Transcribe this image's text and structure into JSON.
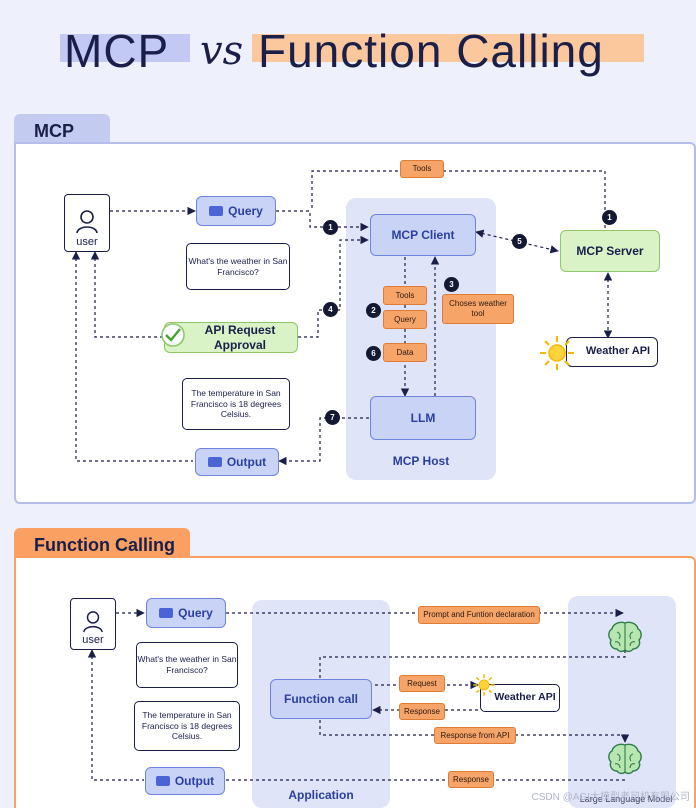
{
  "title": {
    "left": "MCP",
    "vs": "vs",
    "right": "Function Calling"
  },
  "colors": {
    "navy": "#1a1f4a",
    "blue_fill": "#c9d3f6",
    "blue_border": "#6e85e0",
    "green_fill": "#d9f2c6",
    "orange": "#f7a468",
    "panel_bg": "#ffffff",
    "host_bg": "#dfe4f9"
  },
  "mcp": {
    "section_label": "MCP",
    "user_label": "user",
    "query_label": "Query",
    "query_bubble": "What's the weather in San Francisco?",
    "approval_label": "API Request Approval",
    "output_bubble": "The temperature in San Francisco is 18 degrees Celsius.",
    "output_label": "Output",
    "client_label": "MCP Client",
    "llm_label": "LLM",
    "host_label": "MCP Host",
    "server_label": "MCP Server",
    "weather_api_label": "Weather API",
    "tag_tools_top": "Tools",
    "tag_tools": "Tools",
    "tag_query": "Query",
    "tag_data": "Data",
    "tag_choses": "Choses weather tool",
    "steps": [
      "1",
      "1",
      "2",
      "3",
      "4",
      "5",
      "6",
      "7"
    ]
  },
  "fc": {
    "section_label": "Function Calling",
    "user_label": "user",
    "query_label": "Query",
    "query_bubble": "What's the weather in San Francisco?",
    "output_bubble": "The temperature in San Francisco is 18 degrees Celsius.",
    "output_label": "Output",
    "function_call_label": "Function call",
    "weather_api_label": "Weather API",
    "application_label": "Application",
    "llm_caption": "Large Language Model",
    "tag_prompt": "Prompt and Funtion declaration",
    "tag_request": "Request",
    "tag_response": "Response",
    "tag_response_api": "Response from API",
    "tag_response_final": "Response"
  },
  "watermark": "CSDN @AGI大模型老司机有限公司"
}
